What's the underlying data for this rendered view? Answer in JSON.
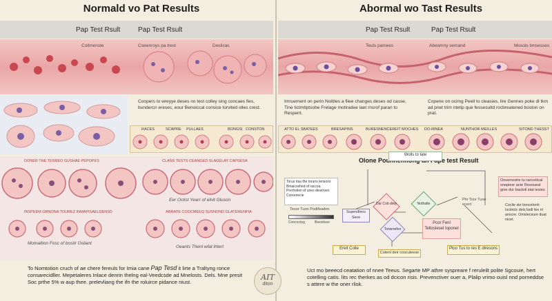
{
  "left": {
    "title": "Normald vo Pat Results",
    "band_labels": [
      "Pap Test Rsult",
      "Pap Test Rsult"
    ],
    "tissue_labels": [
      "Collmenste",
      "Coeenroys pa trest",
      "Deslicas"
    ],
    "desc": "Coopers to wreyye deses no test colley sing concaes fies, bundercn eresec, eour Benoiccal consice torvited olles crest.",
    "row_labels": [
      "Races",
      "Scapre",
      "Pullaes",
      "Bongsi",
      "Conston"
    ],
    "group_a_label": "Doner the Tesreo Gushae Pepopes",
    "group_b_label": "Clans tests Ceanged Slagelay Capsesa",
    "group_b_caption": "Eer Octist Yearr of elnit Gluson",
    "group_c_label": "Inspeem Grnona Tourez Inmapisaeldensd",
    "group_c_caption": "Motnaltion Fosc of bostir Osliant",
    "group_d_label": "Arrate Coocmeeq Susnond Glaterenpia",
    "group_d_caption": "Oeants Thenl wfat lhtert",
    "footer": "To Nomtotion cruch of ae chere fereuls for Imia cane Pap Test it lirte a Traltyng ronce consarecidller. Mepetaleres Inlace denrin thelng eal-Veedcsde ad Mnelosts. Dels. Mne presit Soc prthe 5% w aup thee. prelevliang the ifn the roluirce pidance niust.",
    "footer_em": "Pap Tesd"
  },
  "right": {
    "title": "Abormal wo Tast Results",
    "band_labels": [
      "Pap Test Rsult",
      "Pap Test Rsult"
    ],
    "tissue_labels": [
      "Teuls pamees",
      "Abeomny semand",
      "Mosols timsesses"
    ],
    "desc_a": "Imruement on perin Noitites a fiiee changes deses od casse, Tine tictmtiptsobe Frelage motiradee laet rnsrof paran to Respent.",
    "desc_b": "Copene on ocimg Peell to cleasies, lire Gennes poke dl tkm ad pnet trim ntetip que fessesultd rocbreatened boston on prat.",
    "row_labels": [
      "Atto el sbatees",
      "Bresapins",
      "Buresnencereit Moches",
      "Do-rinea",
      "Nunthor meilles",
      "Sitond Thesst"
    ],
    "flow_title": "Olone Pounnenflong an Fape test Result",
    "flow": {
      "top": "Wolls to late",
      "left_note": "Torus rtas the toruns tersions Bmaicoshed of raccoa Prerhstion of unes deserves Coreenecie",
      "left_caption": "Tesor Tuon Podifeadon",
      "scale_a": "Concoctog",
      "scale_b": "Beesticee",
      "mid_box": "Supendlens Sene",
      "dia_top": "Dar Cob diwy",
      "dia_right": "Nnthatle",
      "dia_bottom": "Torwreefen",
      "right_small": "Phr Toor Tuoe ecect",
      "pink_top": "Ooverrestre tu ranceitcal snepiesr acte Resouest gnie dur bactotl stat lesies",
      "pink_mid": "Coclie ste tioncelonh Isctirolc dels lisdl fes nl anscre. Omslecsure duat nicet.",
      "pink_center": "Pcor Fenl Teltoslesel Ioponel",
      "bottom_left": "Erelt Colle",
      "bottom_mid": "Cotenl deir cosculeese",
      "bottom_right": "Ploo Tus to res E dlresons"
    },
    "footer": "Uct mo beeecd ceatation of nnee Teeus. Segarte MP athre syspreare f reruleilt polite Sgcouie, hert cotelling catis. lits rec therkes as od dcicon risis. Prevenctiver ouer a, Plalip vrimo ouisl nnd porneddse s attere w the oner rlisk."
  },
  "badge": {
    "line1": "AIT",
    "line2": "diton"
  },
  "colors": {
    "tissue": "#eaa6a6",
    "nucleus": "#7a5fa6",
    "cell": "#f3c6c4",
    "panel": "#f3eedf"
  }
}
